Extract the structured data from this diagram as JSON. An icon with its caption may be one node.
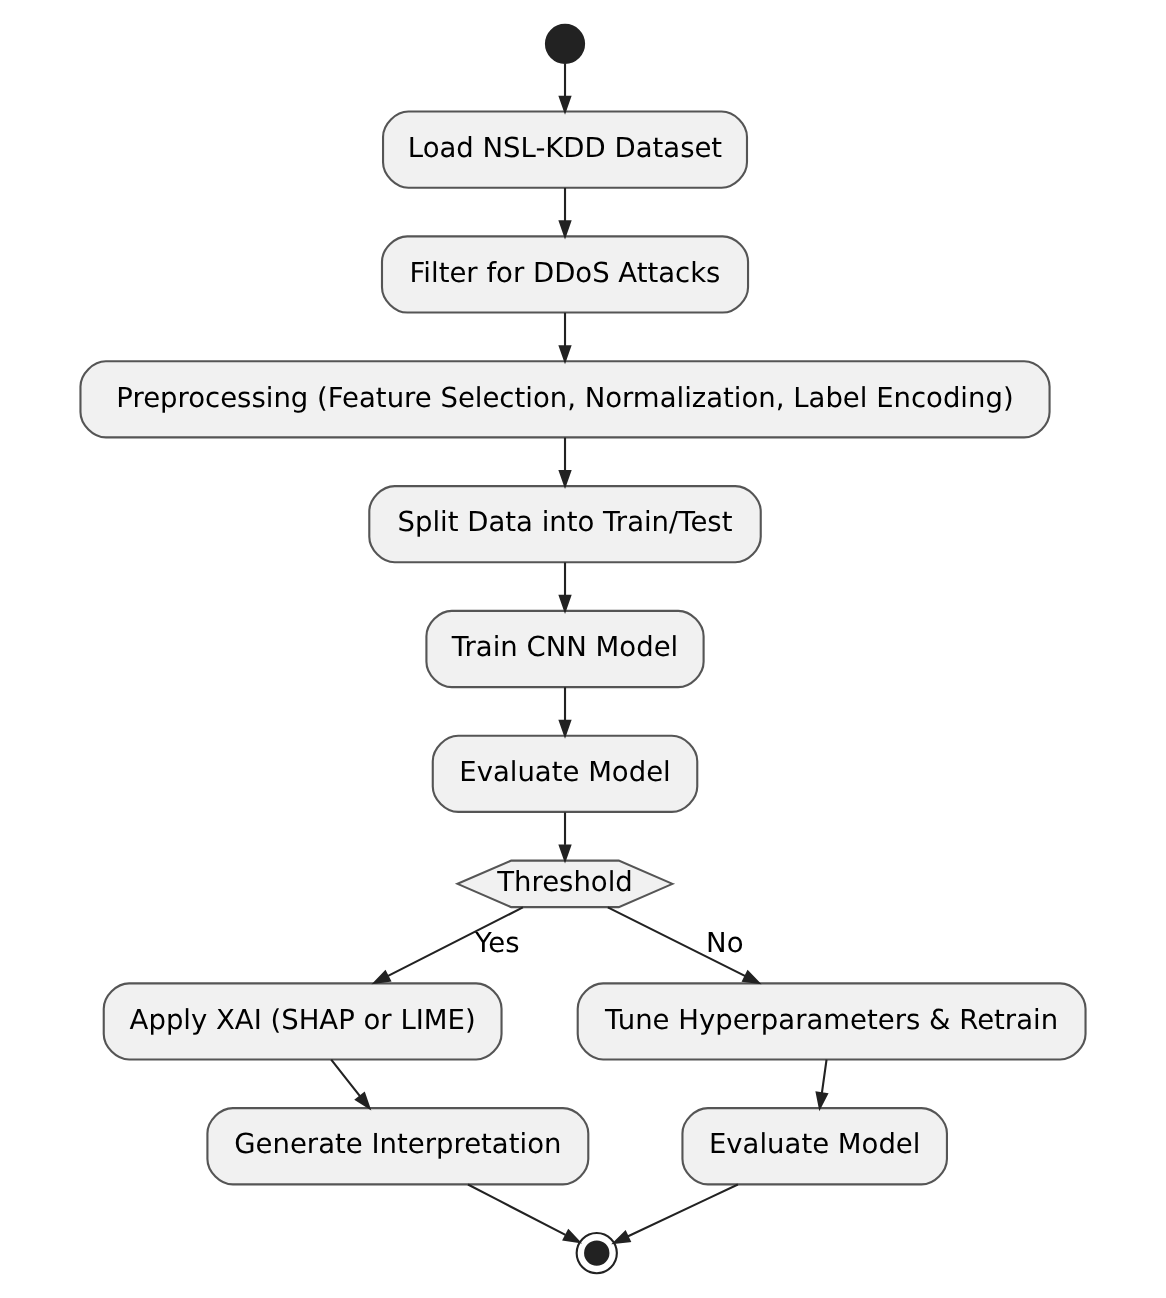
{
  "diagram": {
    "nodes": [
      {
        "text": [],
        "shape": "circle"
      },
      {
        "text": [
          "Load NSL-KDD Dataset"
        ]
      },
      {
        "text": [
          "Filter for DDoS Attacks"
        ]
      },
      {
        "text": [
          "Preprocessing (Feature Selection, Normalization, Label Encoding)"
        ]
      },
      {
        "text": [
          "Split Data into Train/Test"
        ]
      },
      {
        "text": [
          "Train CNN Model"
        ]
      },
      {
        "text": [
          "Evaluate Model"
        ]
      },
      {
        "text": [
          "Threshold"
        ]
      },
      {
        "text": [
          "Apply XAI (SHAP or LIME)"
        ]
      },
      {
        "text": [
          "Tune Hyperparameters & Retrain"
        ]
      },
      {
        "text": [
          "Generate Interpretation"
        ]
      },
      {
        "text": [
          "Evaluate Model"
        ]
      },
      {
        "text": [],
        "shape": "circle"
      }
    ],
    "edges": [
      {
        "from": 0,
        "to": 1,
        "arrow": "to"
      },
      {
        "from": 1,
        "to": 2,
        "arrow": "to"
      },
      {
        "from": 2,
        "to": 3,
        "arrow": "to"
      },
      {
        "from": 3,
        "to": 4,
        "arrow": "to"
      },
      {
        "from": 4,
        "to": 5,
        "arrow": "to"
      },
      {
        "from": 5,
        "to": 6,
        "arrow": "to"
      },
      {
        "from": 6,
        "to": 7,
        "arrow": "to"
      },
      {
        "from": 7,
        "to": 8,
        "arrow": "to",
        "label": "Yes"
      },
      {
        "from": 7,
        "to": 9,
        "arrow": "to",
        "label": "No"
      },
      {
        "from": 8,
        "to": 10,
        "arrow": "to"
      },
      {
        "from": 9,
        "to": 11,
        "arrow": "to"
      },
      {
        "from": 10,
        "to": 12,
        "arrow": "to"
      },
      {
        "from": 11,
        "to": 12,
        "arrow": "to"
      }
    ]
  }
}
